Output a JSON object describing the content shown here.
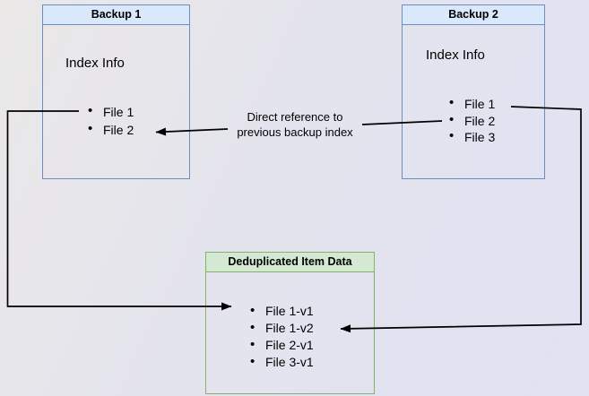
{
  "backup1": {
    "title": "Backup 1",
    "body_label": "Index Info",
    "items": [
      "File 1",
      "File 2"
    ]
  },
  "backup2": {
    "title": "Backup 2",
    "body_label": "Index Info",
    "items": [
      "File 1",
      "File 2",
      "File 3"
    ]
  },
  "dedup": {
    "title": "Deduplicated Item Data",
    "items": [
      "File 1-v1",
      "File 1-v2",
      "File 2-v1",
      "File 3-v1"
    ]
  },
  "edge_label": {
    "line1": "Direct reference to",
    "line2": "previous backup index"
  },
  "colors": {
    "blue_fill": "#dae8fc",
    "blue_border": "#6c8ebf",
    "green_fill": "#d5e8d4",
    "green_border": "#82b366",
    "line_color": "#000000",
    "bg_top_left": "#eae8e7",
    "bg_bottom_right": "#e1e2f2"
  }
}
